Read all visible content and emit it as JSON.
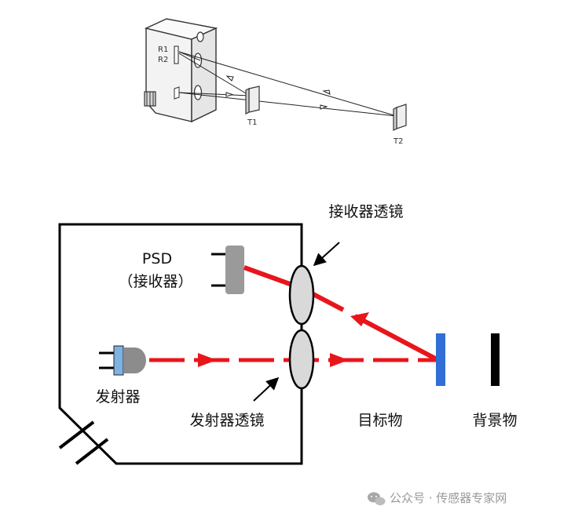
{
  "top_diagram": {
    "label_r1": "R1",
    "label_r2": "R2",
    "label_t1": "T1",
    "label_t2": "T2"
  },
  "main_diagram": {
    "label_psd": "PSD",
    "label_psd_sub": "（接收器）",
    "label_receiver_lens": "接收器透镜",
    "label_emitter": "发射器",
    "label_emitter_lens": "发射器透镜",
    "label_target": "目标物",
    "label_background": "背景物"
  },
  "colors": {
    "beam": "#e8161b",
    "target": "#2f6fd6",
    "background_object": "#000000",
    "lens": "#d9d9d9",
    "psd": "#9a9a9a",
    "led_body": "#8c8c8c",
    "led_cap": "#7fb2e0"
  },
  "watermark": {
    "icon": "wechat-icon",
    "text": "公众号 · 传感器专家网"
  }
}
